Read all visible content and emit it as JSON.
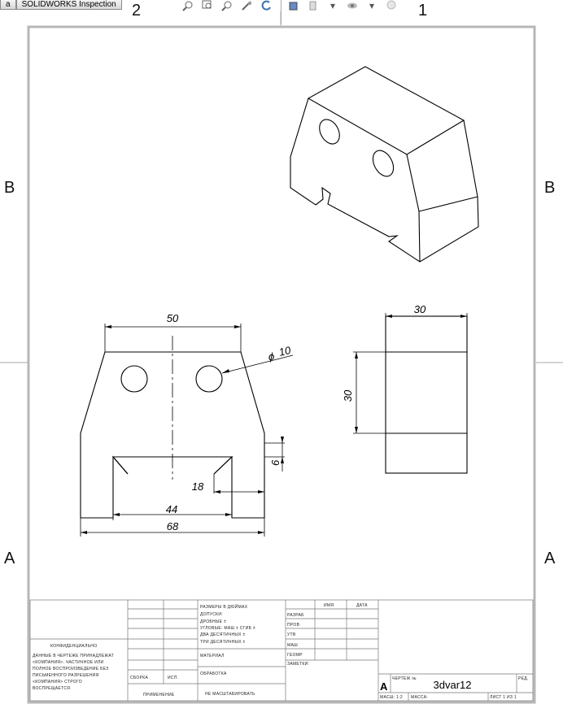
{
  "tabs": [
    {
      "label": "a"
    },
    {
      "label": "SOLIDWORKS Inspection"
    }
  ],
  "toolbar": {
    "icons": [
      "zoom-fit-icon",
      "zoom-area-icon",
      "zoom-in-out-icon",
      "pan-icon",
      "rotate-icon",
      "view-orientation-icon",
      "display-style-icon",
      "hide-show-icon",
      "appearance-icon"
    ]
  },
  "zones": {
    "top": [
      "2",
      "1"
    ],
    "left": [
      "B",
      "A"
    ],
    "right": [
      "B",
      "A"
    ]
  },
  "dimensions": {
    "top_width": "50",
    "hole_dia": "10",
    "slot_depth": "6",
    "chamfer": "18",
    "slot_width": "44",
    "overall_width": "68",
    "side_width": "30",
    "side_height": "30"
  },
  "title_block": {
    "col_name": "ИМЯ",
    "col_date": "ДАТА",
    "notes": [
      "РАЗМЕРЫ В ДЮЙМАХ",
      "ДОПУСКИ:",
      "ДРОБНЫЕ ±",
      "УГЛОВЫЕ: МАШ ±  СГИБ ±",
      "ДВА ДЕСЯТИЧНЫХ   ±",
      "ТРИ ДЕСЯТИЧНЫХ  ±"
    ],
    "roles": [
      "РАЗРАБ",
      "ПРОВ",
      "УТВ",
      "МАШ",
      "ГЕОМР",
      "ЗАМЕТКИ:"
    ],
    "material": "МАТЕРИАЛ",
    "finish": "ОБРАБОТКА",
    "confidential_title": "КОНФИДЕНЦИАЛЬНО",
    "confidential_text": [
      "ДАННЫЕ В ЧЕРТЕЖЕ ПРИНАДЛЕЖАТ",
      "<КОМПАНИЯ>. ЧАСТИЧНОЕ ИЛИ",
      "ПОЛНОЕ ВОСПРОИЗВЕДЕНИЕ БЕЗ",
      "ПИСЬМЕННОГО РАЗРЕШЕНИЯ",
      "<КОМПАНИЯ> СТРОГО",
      "ВОСПРЕЩАЕТСЯ"
    ],
    "assembly": "СБОРКА",
    "used_on": "ИСП.",
    "application": "ПРИМЕНЕНИЕ",
    "do_not_scale": "НЕ МАСШТАБИРОВАТЬ",
    "size_label": "ЧЕРТЕЖ №",
    "size": "A",
    "drawing_number": "3dvar12",
    "rev_label": "РЕД.",
    "scale": "МАСШ: 1:2",
    "weight": "МАССА:",
    "sheet": "ЛИСТ 1 ИЗ 1"
  }
}
